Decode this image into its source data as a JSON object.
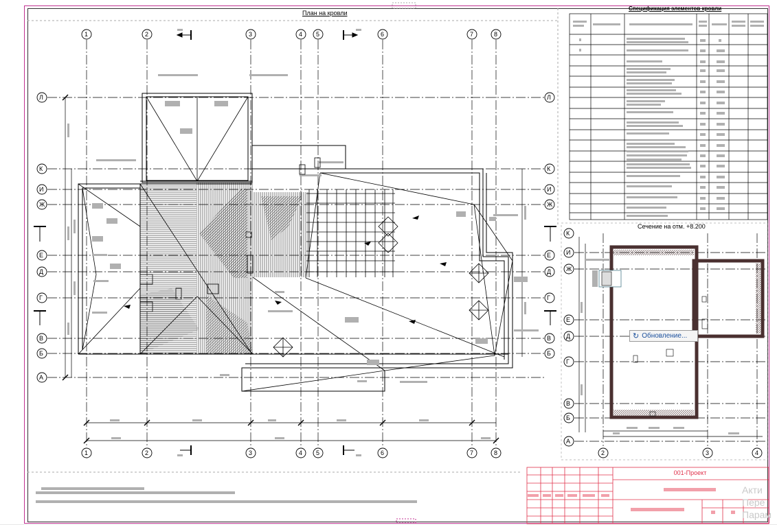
{
  "drawing": {
    "plan_title": "План на кровли",
    "spec_title": "Спецификация элементов кровли",
    "section_title": "Сечение на отм. +8.200",
    "project_code": "001-Проект"
  },
  "plan_axes": {
    "columns": [
      "1",
      "2",
      "3",
      "4",
      "5",
      "6",
      "7",
      "8"
    ],
    "rows": [
      "Л",
      "К",
      "И",
      "Ж",
      "Е",
      "Д",
      "Г",
      "В",
      "Б",
      "А"
    ]
  },
  "section_axes": {
    "columns": [
      "2",
      "3",
      "4"
    ],
    "rows": [
      "К",
      "И",
      "Ж",
      "Е",
      "Д",
      "Г",
      "В",
      "Б",
      "А"
    ]
  },
  "status": {
    "updating_text": "Обновление...",
    "icon": "refresh-icon"
  },
  "watermark": {
    "line1": "Акти",
    "line2": "Пере",
    "line3": "Парам"
  },
  "colors": {
    "title_block": "#e0304a",
    "wall": "#4a3030",
    "sheet_frame": "#c03090",
    "drawing": "#000000"
  }
}
